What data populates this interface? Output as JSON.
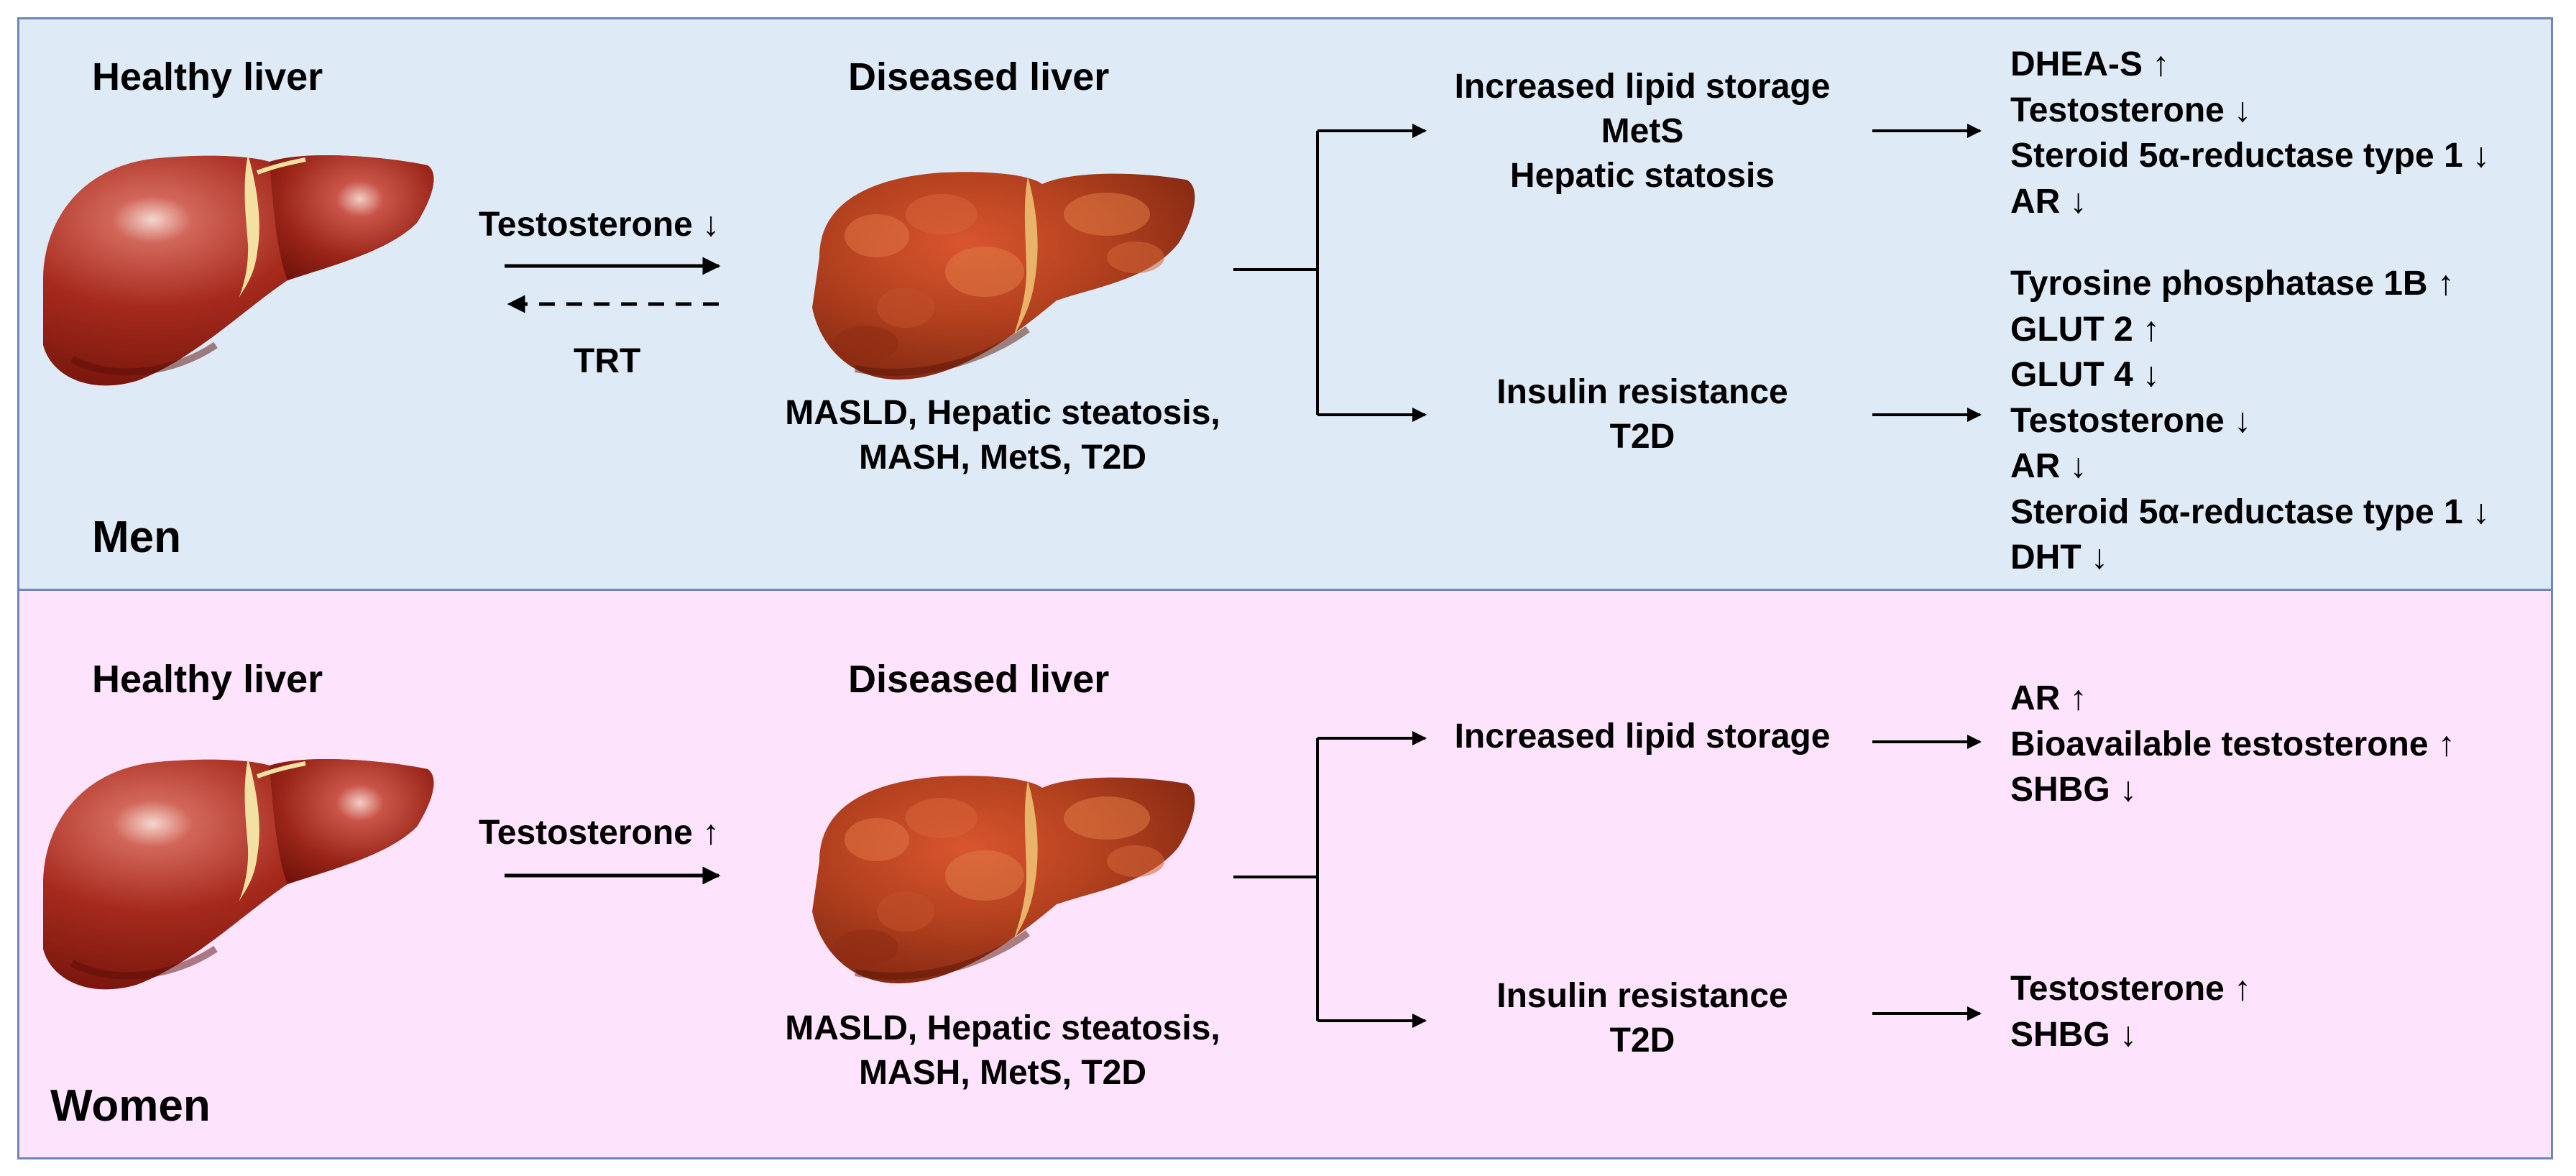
{
  "men": {
    "sex_label": "Men",
    "healthy_title": "Healthy liver",
    "diseased_title": "Diseased liver",
    "forward_arrow_label": "Testosterone ↓",
    "reverse_arrow_label": "TRT",
    "conditions": [
      "MASLD, Hepatic steatosis,",
      "MASH, MetS, T2D"
    ],
    "branch_upper": [
      "Increased lipid storage",
      "MetS",
      "Hepatic statosis"
    ],
    "branch_lower": [
      "Insulin resistance",
      "T2D"
    ],
    "markers_upper": [
      "DHEA-S ↑",
      "Testosterone ↓",
      "Steroid 5α-reductase type 1 ↓",
      "AR ↓"
    ],
    "markers_lower": [
      "Tyrosine phosphatase 1B ↑",
      "GLUT 2 ↑",
      "GLUT 4 ↓",
      "Testosterone ↓",
      "AR ↓",
      "Steroid 5α-reductase type 1 ↓",
      "DHT ↓"
    ]
  },
  "women": {
    "sex_label": "Women",
    "healthy_title": "Healthy liver",
    "diseased_title": "Diseased liver",
    "forward_arrow_label": "Testosterone ↑",
    "conditions": [
      "MASLD, Hepatic steatosis,",
      "MASH, MetS, T2D"
    ],
    "branch_upper": [
      "Increased lipid storage"
    ],
    "branch_lower": [
      "Insulin resistance",
      "T2D"
    ],
    "markers_upper": [
      "AR ↑",
      "Bioavailable testosterone ↑",
      "SHBG ↓"
    ],
    "markers_lower": [
      "Testosterone ↑",
      "SHBG ↓"
    ]
  },
  "colors": {
    "men_panel": "#dfeaf7",
    "women_panel": "#fde3fb",
    "panel_border": "#6f86b6",
    "healthy_liver": "#8e1e12",
    "diseased_liver": "#a23a1c",
    "gallbladder_line": "#f3e1a2"
  }
}
